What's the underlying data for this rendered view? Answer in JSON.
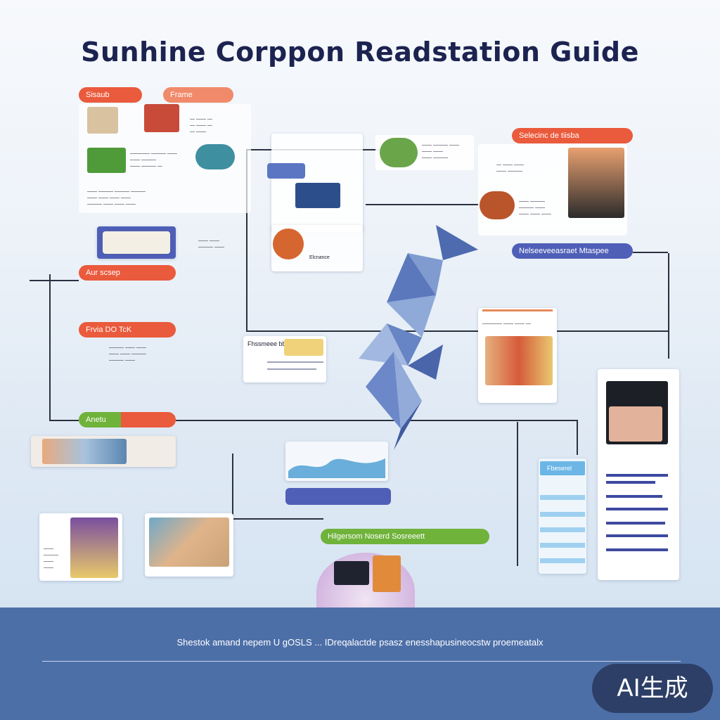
{
  "title": "Sunhine Corppon Readstation Guide",
  "labels": {
    "tl_left": "Sisaub",
    "tl_right": "Frame",
    "right_top": "Selecinc de tiisba",
    "right_mid": "Nelseeveeasraet Mtaspee",
    "left_a": "Aur scsep",
    "left_b": "Frvia DO TcK",
    "green_left": "Anetu",
    "green_bottom": "Hilgersom Noserd Sosreeett",
    "sidebar_head": "Fbeserel",
    "mid_card": "Fhssmeee bb",
    "node_label": "Elcnance"
  },
  "footer": {
    "text": "Shestok  amand  nepem U gOSLS ...  IDreqalactde psasz enesshapusineocstw proemeatalx",
    "badge": "AI生成"
  },
  "colors": {
    "accent_red": "#ea5a3c",
    "accent_blue": "#4f5fb8",
    "accent_green": "#6fb33a",
    "footer_band": "#4d6fa8",
    "title": "#1c2350"
  }
}
